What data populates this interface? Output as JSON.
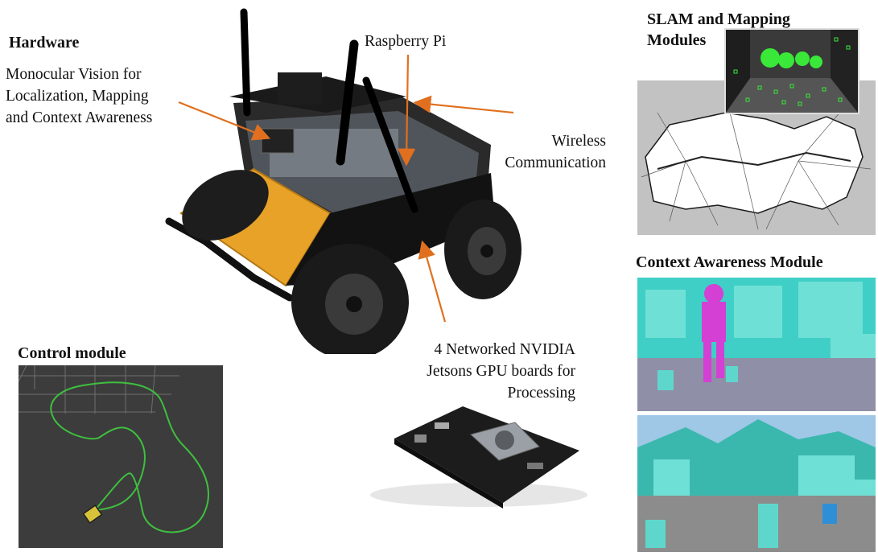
{
  "hardware": {
    "title": "Hardware",
    "vision_label": [
      "Monocular Vision for",
      "Localization, Mapping",
      "and Context Awareness"
    ],
    "raspberry_label": "Raspberry Pi",
    "wireless_label": [
      "Wireless",
      "Communication"
    ],
    "gpu_label": [
      "4 Networked NVIDIA",
      "Jetsons GPU boards for",
      "Processing"
    ]
  },
  "slam": {
    "title": [
      "SLAM and Mapping",
      "Modules"
    ]
  },
  "context": {
    "title": "Context Awareness Module"
  },
  "control": {
    "title": "Control module"
  },
  "colors": {
    "arrow": "#e0701f",
    "robot_body": "#e8a228",
    "trajectory": "#3fbf3f",
    "segmentation": "#3ecfcf",
    "person_mask": "#d43fd4"
  }
}
